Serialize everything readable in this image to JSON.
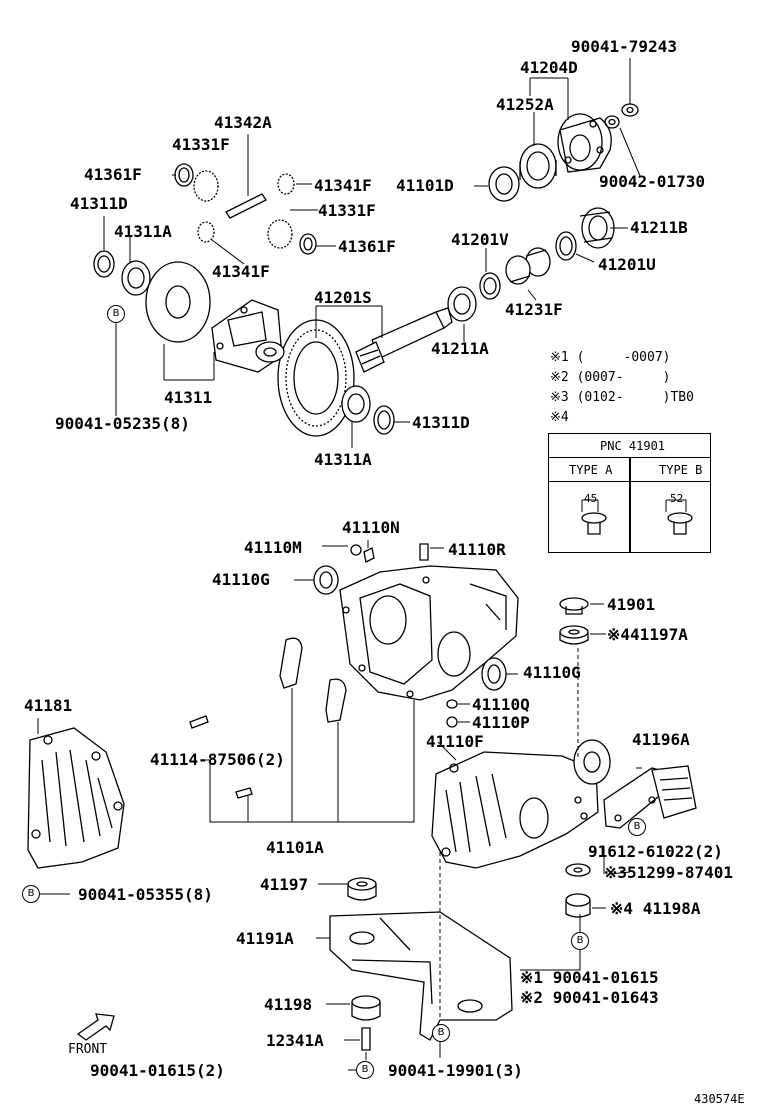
{
  "labels": {
    "p90041_79243": "90041-79243",
    "p41204D": "41204D",
    "p41252A": "41252A",
    "p41342A": "41342A",
    "p41331F_top": "41331F",
    "p41361F_top": "41361F",
    "p41341F_top": "41341F",
    "p41101D": "41101D",
    "p90042_01730": "90042-01730",
    "p41311D_top": "41311D",
    "p41331F_mid": "41331F",
    "p41311A_top": "41311A",
    "p41361F_mid": "41361F",
    "p41211B": "41211B",
    "p41201V": "41201V",
    "p41341F_mid": "41341F",
    "p41201U": "41201U",
    "p41201S": "41201S",
    "p41231F": "41231F",
    "p41211A": "41211A",
    "p41311": "41311",
    "p41311D_bot": "41311D",
    "p90041_05235": "90041-05235(8)",
    "p41311A_bot": "41311A",
    "p41110N": "41110N",
    "p41110M": "41110M",
    "p41110R": "41110R",
    "p41110G_top": "41110G",
    "p41901": "41901",
    "p41197A": "41197A",
    "p41110G_mid": "41110G",
    "p41181": "41181",
    "p41110Q": "41110Q",
    "p41110P": "41110P",
    "p41110F": "41110F",
    "p41196A": "41196A",
    "p41114": "41114-87506(2)",
    "p41101A": "41101A",
    "p91612": "91612-61022(2)",
    "p351299": "351299-87401",
    "p90041_05355": "90041-05355(8)",
    "p41197": "41197",
    "p41198A": "41198A",
    "p41191A": "41191A",
    "p90041_01615_r": "90041-01615",
    "p90041_01643": "90041-01643",
    "p41198": "41198",
    "p12341A": "12341A",
    "p90041_01615_b": "90041-01615(2)",
    "p90041_19901": "90041-19901(3)",
    "front": "FRONT",
    "drawing_no": "430574E"
  },
  "marks": {
    "ref_b": "B",
    "note_star": "※",
    "n1": "1",
    "n2": "2",
    "n3": "3",
    "n4": "4"
  },
  "notes": [
    {
      "mark": "※1",
      "text": "(     -0007)"
    },
    {
      "mark": "※2",
      "text": "(0007-     )"
    },
    {
      "mark": "※3",
      "text": "(0102-     )TB0"
    },
    {
      "mark": "※4",
      "text": ""
    }
  ],
  "pnc_table": {
    "title": "PNC 41901",
    "col_a": "TYPE A",
    "col_b": "TYPE B",
    "dim_a": "45",
    "dim_b": "52"
  }
}
